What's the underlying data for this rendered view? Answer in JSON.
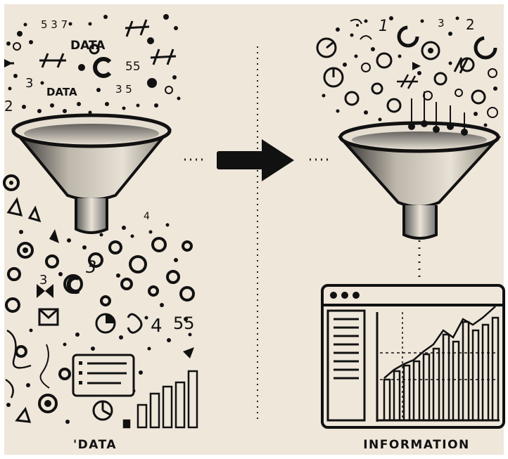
{
  "captions": {
    "left": "'DATA",
    "right": "INFORMATION"
  },
  "scatter_left": {
    "data_1": "DATA",
    "data_2": "DATA",
    "num_1": "5 3 7",
    "num_2": "3",
    "num_3": "2",
    "num_4": "55",
    "num_5": "3 5",
    "num_6": "4",
    "num_7": "3",
    "num_8": "55",
    "num_9": "3",
    "num_10": "4"
  },
  "scatter_right": {
    "num_1": "1",
    "num_2": "3",
    "num_3": "2"
  },
  "colors": {
    "paper": "#efe7da",
    "ink": "#111111",
    "frame": "#ffffff"
  }
}
